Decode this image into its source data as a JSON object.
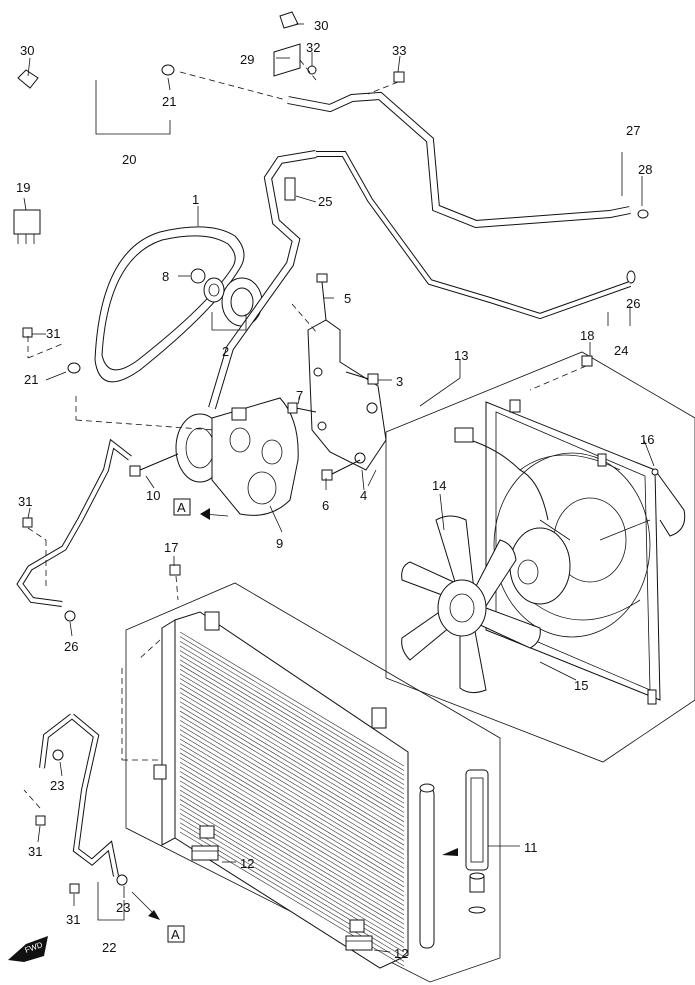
{
  "callouts": {
    "c1": "1",
    "c2": "2",
    "c3": "3",
    "c4": "4",
    "c5": "5",
    "c6": "6",
    "c7": "7",
    "c8": "8",
    "c9": "9",
    "c10": "10",
    "c11": "11",
    "c12a": "12",
    "c12b": "12",
    "c13": "13",
    "c14": "14",
    "c15": "15",
    "c16": "16",
    "c17": "17",
    "c18": "18",
    "c19": "19",
    "c20": "20",
    "c21a": "21",
    "c21b": "21",
    "c22": "22",
    "c23a": "23",
    "c23b": "23",
    "c24": "24",
    "c25": "25",
    "c26a": "26",
    "c26b": "26",
    "c27": "27",
    "c28": "28",
    "c29": "29",
    "c30a": "30",
    "c30b": "30",
    "c31a": "31",
    "c31b": "31",
    "c31c": "31",
    "c31d": "31",
    "c32": "32",
    "c33": "33"
  },
  "ref_marks": {
    "a1": "A",
    "a2": "A"
  },
  "fwd_label": "FWD"
}
